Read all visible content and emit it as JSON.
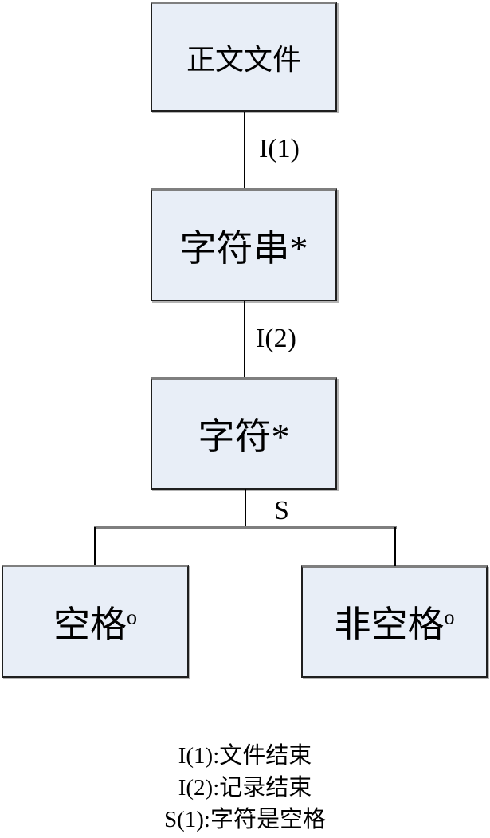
{
  "diagram": {
    "title": "text-file-structure-tree",
    "colors": {
      "node_fill": "#e8eef7",
      "node_border": "#1f1f1f",
      "node_border_top": "#7f7f7f",
      "shadow": "#b3b3b3",
      "connector": "#000000",
      "branch_bar": "#7f7f7f",
      "background": "#ffffff",
      "text": "#000000"
    },
    "nodes": {
      "root": {
        "label": "正文文件"
      },
      "string": {
        "label": "字符串*"
      },
      "char": {
        "label": "字符*"
      },
      "space": {
        "label": "空格",
        "sup": "o"
      },
      "nonspace": {
        "label": "非空格",
        "sup": "o"
      }
    },
    "edges": {
      "e1": {
        "label": "I(1)"
      },
      "e2": {
        "label": "I(2)"
      },
      "e3": {
        "label": "S"
      }
    },
    "legend": {
      "items": [
        "I(1):文件结束",
        "I(2):记录结束",
        "S(1):字符是空格"
      ]
    }
  }
}
